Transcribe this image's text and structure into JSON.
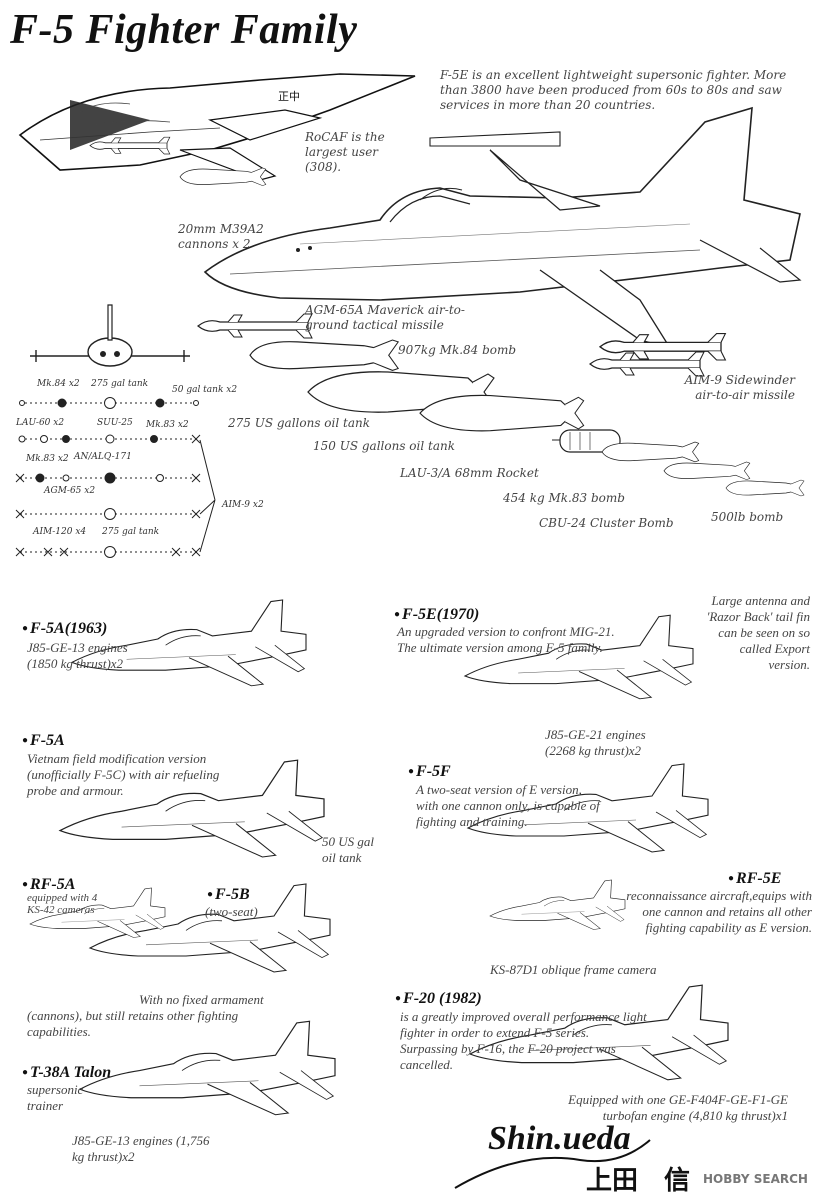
{
  "title": "F-5 Fighter Family",
  "intro": "F-5E is an excellent lightweight supersonic fighter. More than 3800 have been produced from 60s to 80s and saw services in more than 20 countries.",
  "rocaf_note": "RoCAF is the largest user (308).",
  "aircraft_marking": "正中",
  "weapons": {
    "cannon": "20mm M39A2 cannons x 2",
    "agm65": "AGM-65A Maverick air-to-ground tactical missile",
    "mk84": "907kg Mk.84 bomb",
    "tank275": "275 US gallons oil tank",
    "aim9": "AIM-9 Sidewinder air-to-air missile",
    "tank150": "150 US gallons oil tank",
    "lau3": "LAU-3/A 68mm Rocket",
    "mk83": "454 kg Mk.83 bomb",
    "cbu24": "CBU-24 Cluster Bomb",
    "bomb500": "500lb  bomb"
  },
  "loadout": {
    "row1": [
      "Mk.84 x2",
      "275 gal tank",
      "50 gal tank x2"
    ],
    "row2": [
      "LAU-60 x2",
      "SUU-25",
      "Mk.83 x2"
    ],
    "row3": [
      "Mk.83 x2",
      "AN/ALQ-171",
      "AGM-65 x2"
    ],
    "aim9": "AIM-9 x2",
    "row5": [
      "AIM-120 x4",
      "275 gal tank"
    ]
  },
  "variants": {
    "f5a": {
      "name": "F-5A(1963)",
      "desc": "J85-GE-13 engines (1850 kg thrust)x2"
    },
    "f5a_viet": {
      "name": "F-5A",
      "desc": "Vietnam field modification version (unofficially F-5C) with air refueling probe and armour.",
      "note": "50 US gal oil tank"
    },
    "rf5a": {
      "name": "RF-5A",
      "desc": "equipped with 4 KS-42 cameras"
    },
    "f5b": {
      "name": "F-5B",
      "desc": "(two-seat)",
      "note": "With no fixed armament (cannons), but still retains other fighting capabilities."
    },
    "t38": {
      "name": "T-38A Talon",
      "desc": "supersonic trainer",
      "note": "J85-GE-13 engines (1,756 kg thrust)x2"
    },
    "f5e": {
      "name": "F-5E(1970)",
      "desc": "An upgraded version to confront MIG-21. The ultimate version among F-5 family.",
      "note": "Large antenna and 'Razor Back' tail fin can be seen on so called Export version.",
      "engine": "J85-GE-21 engines (2268 kg thrust)x2"
    },
    "f5f": {
      "name": "F-5F",
      "desc": "A two-seat version of E version, with one cannon only, is capable of fighting and training."
    },
    "rf5e": {
      "name": "RF-5E",
      "desc": "reconnaissance aircraft,equips with one cannon and retains all other fighting capability as E version.",
      "camera": "KS-87D1 oblique frame camera"
    },
    "f20": {
      "name": "F-20 (1982)",
      "desc": "is a greatly improved overall performance light fighter in order to extend F-5 series. Surpassing by F-16, the F-20 project was cancelled.",
      "engine": "Equipped with one GE-F404F-GE-F1-GE turbofan engine (4,810 kg thrust)x1"
    }
  },
  "signature": "Shin.ueda",
  "signature_kanji": "上田　信",
  "watermark": "HOBBY SEARCH"
}
